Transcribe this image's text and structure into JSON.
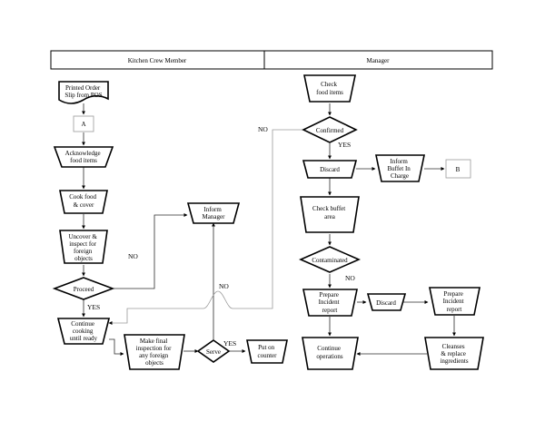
{
  "lanes": {
    "left_title": "Kitchen Crew Member",
    "right_title": "Manager"
  },
  "nodes": {
    "printed_order": [
      "Printed Order",
      "Slip from POS"
    ],
    "connector_a": [
      "A"
    ],
    "acknowledge": [
      "Acknowledge",
      "food items"
    ],
    "cook": [
      "Cook food",
      "& cover"
    ],
    "uncover": [
      "Uncover &",
      "inspect for",
      "foreign",
      "objects"
    ],
    "proceed": [
      "Proceed"
    ],
    "continue_cooking": [
      "Continue",
      "cooking",
      "until ready"
    ],
    "final_inspection": [
      "Make final",
      "inspection for",
      "any foreign",
      "objects"
    ],
    "serve": [
      "Serve"
    ],
    "put_on_counter": [
      "Put on",
      "counter"
    ],
    "inform_manager": [
      "Inform",
      "Manager"
    ],
    "check_food": [
      "Check",
      "food items"
    ],
    "confirmed": [
      "Confirmed"
    ],
    "discard_top": [
      "Discard"
    ],
    "inform_buffet": [
      "Inform",
      "Buffet In",
      "Charge"
    ],
    "connector_b": [
      "B"
    ],
    "check_buffet": [
      "Check buffet",
      "area"
    ],
    "contaminated": [
      "Contaminated"
    ],
    "prepare_incident": [
      "Prepare",
      "Incident",
      "report"
    ],
    "discard_mid": [
      "Discard"
    ],
    "prepare_incident_right": [
      "Prepare",
      "Incident",
      "report"
    ],
    "cleanse": [
      "Cleanses",
      "& replace",
      "ingredients"
    ],
    "continue_operations": [
      "Continue",
      "operations"
    ]
  },
  "edge_labels": {
    "no_proceed": "NO",
    "yes_proceed": "YES",
    "no_confirmed": "NO",
    "yes_confirmed": "YES",
    "no_crossing": "NO",
    "yes_serve": "YES",
    "no_contaminated": "NO"
  }
}
